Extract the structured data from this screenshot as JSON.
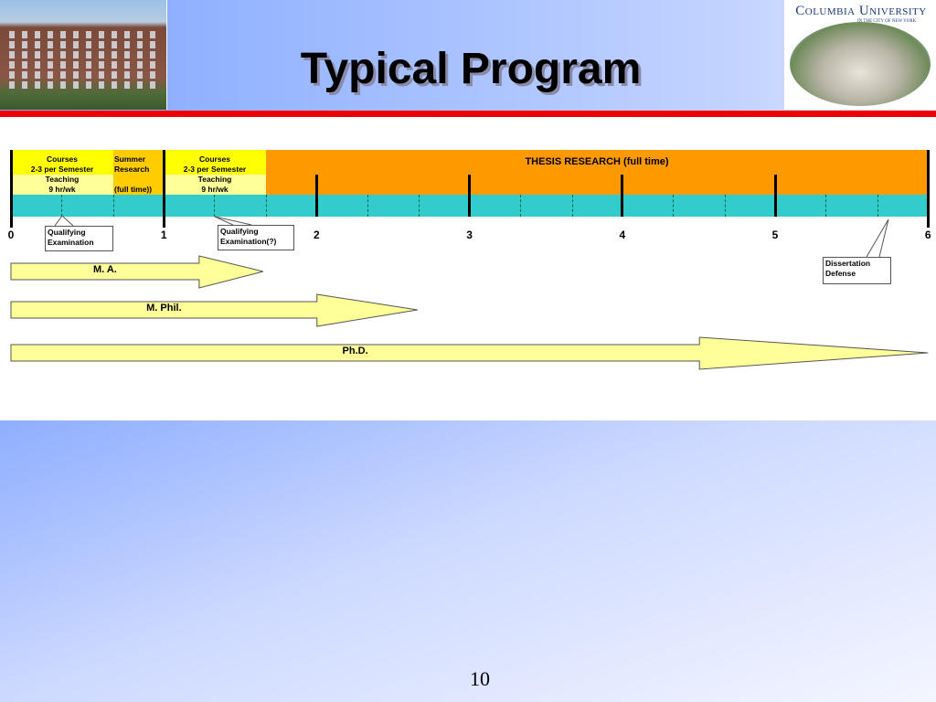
{
  "header": {
    "title": "Typical Program",
    "logo_text": "Columbia University",
    "logo_subtext": "IN THE CITY OF NEW YORK"
  },
  "timeline": {
    "year1_courses": "Courses\n2-3 per Semester",
    "year1_teaching": "Teaching\n9 hr/wk",
    "summer": "Summer\nResearch",
    "summer_note": "(full time))",
    "year2_courses": "Courses\n2-3 per Semester",
    "year2_teaching": "Teaching\n9 hr/wk",
    "thesis": "THESIS RESEARCH (full time)",
    "years": [
      "0",
      "1",
      "2",
      "3",
      "4",
      "5",
      "6"
    ],
    "callouts": {
      "qual1": "Qualifying\nExamination",
      "qual2": "Qualifying\nExamination(?)",
      "defense": "Dissertation\nDefense"
    }
  },
  "degrees": [
    {
      "label": "M. A.",
      "end_year": 1.65
    },
    {
      "label": "M.  Phil.",
      "end_year": 2.66
    },
    {
      "label": "Ph.D.",
      "end_year": 6
    }
  ],
  "colors": {
    "yellow": "#ffff00",
    "light_yellow": "#ffff99",
    "orange": "#ff9900",
    "summer": "#ffcc00",
    "teal": "#33cccc",
    "arrow": "#ffff99",
    "red": "#ee0000"
  },
  "footer": {
    "page_number": "10"
  }
}
